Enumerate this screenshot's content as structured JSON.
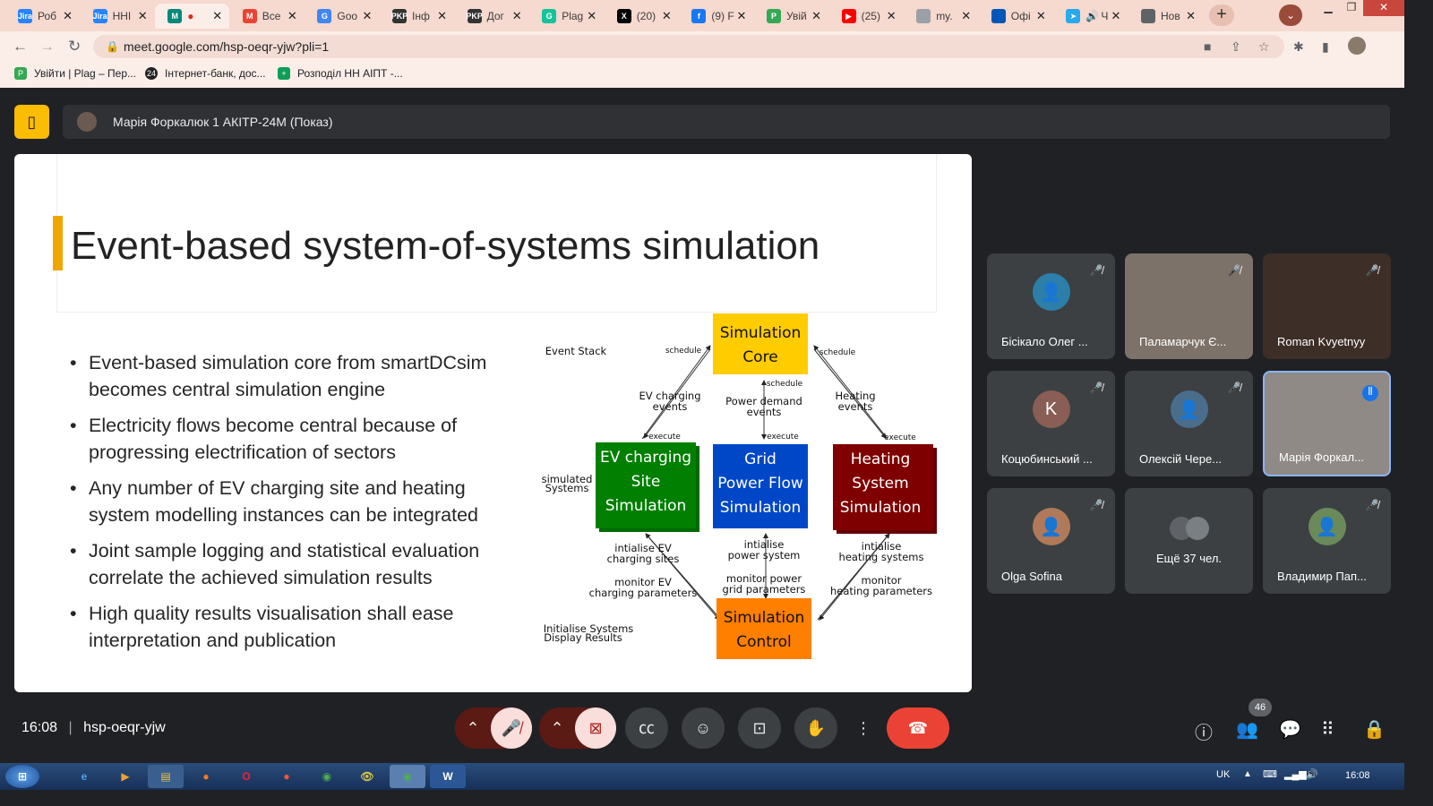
{
  "browser": {
    "tabs": [
      {
        "label": "Роб",
        "icon": "jira-icon",
        "color": "#2684ff",
        "glyph": "Jira"
      },
      {
        "label": "ННІ",
        "icon": "jira-icon",
        "color": "#2684ff",
        "glyph": "Jira"
      },
      {
        "label": "",
        "icon": "meet-icon",
        "color": "#00897b",
        "glyph": "M",
        "recording": "●"
      },
      {
        "label": "Все",
        "icon": "gmail-icon",
        "color": "#ea4335",
        "glyph": "M"
      },
      {
        "label": "Goo",
        "icon": "google-translate-icon",
        "color": "#4285f4",
        "glyph": "G"
      },
      {
        "label": "Інф",
        "icon": "pkp-icon",
        "color": "#333333",
        "glyph": "PKP"
      },
      {
        "label": "Дог",
        "icon": "pkp-icon",
        "color": "#333333",
        "glyph": "PKP"
      },
      {
        "label": "Plag",
        "icon": "grammarly-icon",
        "color": "#15c39a",
        "glyph": "G"
      },
      {
        "label": "(20)",
        "icon": "x-icon",
        "color": "#000000",
        "glyph": "X"
      },
      {
        "label": "(9) F",
        "icon": "facebook-icon",
        "color": "#1877f2",
        "glyph": "f"
      },
      {
        "label": "Увій",
        "icon": "plag-icon",
        "color": "#34a853",
        "glyph": "P"
      },
      {
        "label": "(25)",
        "icon": "youtube-icon",
        "color": "#ff0000",
        "glyph": "▶"
      },
      {
        "label": "my.",
        "icon": "globe-icon",
        "color": "#9aa0a6",
        "glyph": ""
      },
      {
        "label": "Офі",
        "icon": "ukraine-icon",
        "color": "#0057b7",
        "glyph": ""
      },
      {
        "label": "Ч",
        "icon": "telegram-icon",
        "color": "#29a9eb",
        "glyph": "➤",
        "audio": "🔊"
      },
      {
        "label": "Нов",
        "icon": "chrome-icon",
        "color": "#5f6368",
        "glyph": ""
      }
    ],
    "new_tab": "+",
    "url": "meet.google.com/hsp-oeqr-yjw?pli=1",
    "bookmarks": [
      {
        "label": "Увійти | Plag – Пер...",
        "color": "#34a853"
      },
      {
        "label": "Інтернет-банк, дос...",
        "color": "#222222"
      },
      {
        "label": "Розподіл НН АІПТ -...",
        "color": "#0f9d58"
      }
    ]
  },
  "meet": {
    "presenting": "Марія Форкалюк 1 АКІТР-24М (Показ)",
    "slide": {
      "title": "Event-based system-of-systems simulation",
      "bullets": [
        "Event-based simulation core from smartDCsim becomes central simulation engine",
        "Electricity flows become central because of progressing electrification of sectors",
        "Any number of EV charging site and heating system modelling instances can be integrated",
        "Joint sample logging and statistical evaluation correlate the achieved simulation results",
        "High quality results visualisation shall ease interpretation and publication"
      ],
      "diagram": {
        "core": [
          "Simulation",
          "Core"
        ],
        "ev": [
          "EV charging",
          "Site",
          "Simulation"
        ],
        "grid": [
          "Grid",
          "Power Flow",
          "Simulation"
        ],
        "heat": [
          "Heating",
          "System",
          "Simulation"
        ],
        "control": [
          "Simulation",
          "Control"
        ],
        "event_stack": "Event Stack",
        "simulated_systems": [
          "simulated",
          "Systems"
        ],
        "init_display": [
          "Initialise Systems",
          "Display Results"
        ],
        "schedule": "schedule",
        "execute": "execute",
        "ev_events": [
          "EV charging",
          "events"
        ],
        "power_events": [
          "Power demand",
          "events"
        ],
        "heat_events": [
          "Heating",
          "events"
        ],
        "init_ev": [
          "intialise EV",
          "charging sites"
        ],
        "init_power": [
          "intialise",
          "power system"
        ],
        "init_heat": [
          "intialise",
          "heating systems"
        ],
        "mon_ev": [
          "monitor EV",
          "charging parameters"
        ],
        "mon_power": [
          "monitor power",
          "grid parameters"
        ],
        "mon_heat": [
          "monitor",
          "heating parameters"
        ],
        "colors": {
          "core": "#ffcc00",
          "ev": "#007f00",
          "grid": "#0047c8",
          "heat": "#7f0000",
          "control": "#ff7f00"
        }
      }
    },
    "participants": [
      {
        "name": "Бісікало Олег ...",
        "muted": true,
        "type": "avatar",
        "color": "#2b7fa8"
      },
      {
        "name": "Паламарчук Є...",
        "muted": true,
        "type": "video"
      },
      {
        "name": "Roman Kvyetnyy",
        "muted": true,
        "type": "video"
      },
      {
        "name": "Коцюбинський ...",
        "muted": true,
        "type": "letter",
        "letter": "K",
        "color": "#8a5e54"
      },
      {
        "name": "Олексій Чере...",
        "muted": true,
        "type": "avatar",
        "color": "#4a6d8c"
      },
      {
        "name": "Марія Форкал...",
        "muted": false,
        "type": "video",
        "speaking": true
      },
      {
        "name": "Olga Sofina",
        "muted": true,
        "type": "avatar",
        "color": "#b07a5a"
      },
      {
        "name": "Ещё 37 чел.",
        "muted": false,
        "type": "group"
      },
      {
        "name": "Владимир Пап...",
        "muted": true,
        "type": "avatar",
        "color": "#6a8a5a"
      }
    ],
    "time": "16:08",
    "meeting_code": "hsp-oeqr-yjw",
    "participant_count": "46"
  },
  "taskbar": {
    "lang": "UK",
    "time": "16:08"
  }
}
